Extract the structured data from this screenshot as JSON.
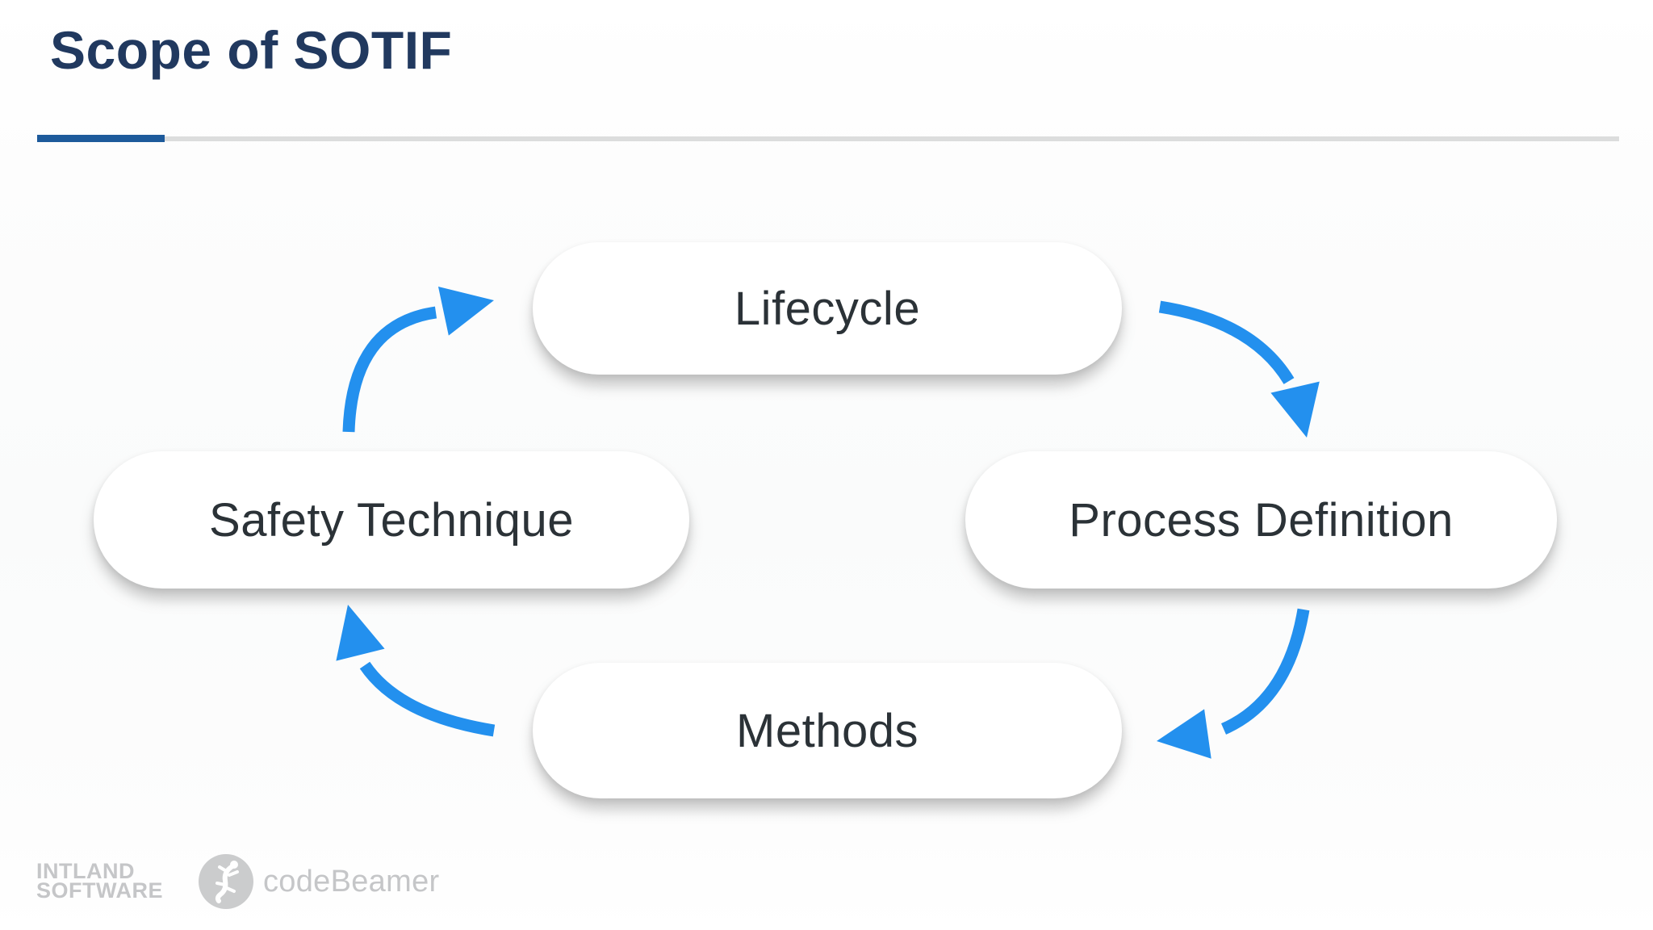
{
  "slide": {
    "title": "Scope of SOTIF"
  },
  "diagram": {
    "type": "cycle",
    "nodes": [
      {
        "id": "lifecycle",
        "label": "Lifecycle"
      },
      {
        "id": "process-definition",
        "label": "Process Definition"
      },
      {
        "id": "methods",
        "label": "Methods"
      },
      {
        "id": "safety-technique",
        "label": "Safety Technique"
      }
    ],
    "arrows": [
      {
        "from": "safety-technique",
        "to": "lifecycle"
      },
      {
        "from": "lifecycle",
        "to": "process-definition"
      },
      {
        "from": "process-definition",
        "to": "methods"
      },
      {
        "from": "methods",
        "to": "safety-technique"
      }
    ]
  },
  "footer": {
    "company_line1": "INTLAND",
    "company_line2": "SOFTWARE",
    "product": "codeBeamer"
  },
  "colors": {
    "title": "#21395f",
    "accent-blue": "#2390ee",
    "underline-blue": "#1d5a9b",
    "underline-gray": "#dcdddd",
    "node-text": "#2b3237",
    "logo-gray": "#c5c6c8",
    "node-bg": "#ffffff"
  }
}
